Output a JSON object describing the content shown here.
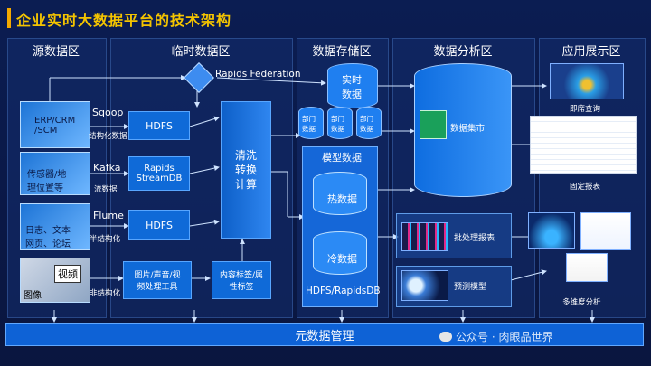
{
  "title": "企业实时大数据平台的技术架构",
  "columns": {
    "source": "源数据区",
    "temp": "临时数据区",
    "storage": "数据存储区",
    "analysis": "数据分析区",
    "app": "应用展示区"
  },
  "source": {
    "erp": "ERP/CRM\n/SCM",
    "sensor": "传感器/地\n理位置等",
    "log": "日志、文本\n网页、论坛",
    "video": "视频",
    "image": "图像",
    "tech1": "Sqoop",
    "tech1_sub": "结构化数据",
    "tech2": "Kafka",
    "tech2_sub": "流数据",
    "tech3": "Flume",
    "tech3_sub": "半结构化",
    "tech4_sub": "非结构化"
  },
  "temp": {
    "hdfs1": "HDFS",
    "stream": "Rapids\nStreamDB",
    "hdfs2": "HDFS",
    "media": "图片/声音/视\n频处理工具",
    "clean": "清洗\n转换\n计算",
    "tagging": "内容标签/属\n性标签",
    "federation": "Rapids Federation"
  },
  "storage": {
    "realtime": "实时\n数据",
    "dept": [
      "部门\n数据",
      "部门\n数据",
      "部门\n数据"
    ],
    "model": "模型数据",
    "hot": "热数据",
    "cold": "冷数据",
    "db": "HDFS/RapidsDB"
  },
  "analysis": {
    "mart": "数据集市",
    "batch": "批处理报表",
    "predict": "预测模型"
  },
  "app": {
    "adhoc": "即席查询",
    "fixed": "固定报表",
    "multi": "多维度分析"
  },
  "meta": "元数据管理",
  "watermark": "公众号 · 肉眼品世界"
}
